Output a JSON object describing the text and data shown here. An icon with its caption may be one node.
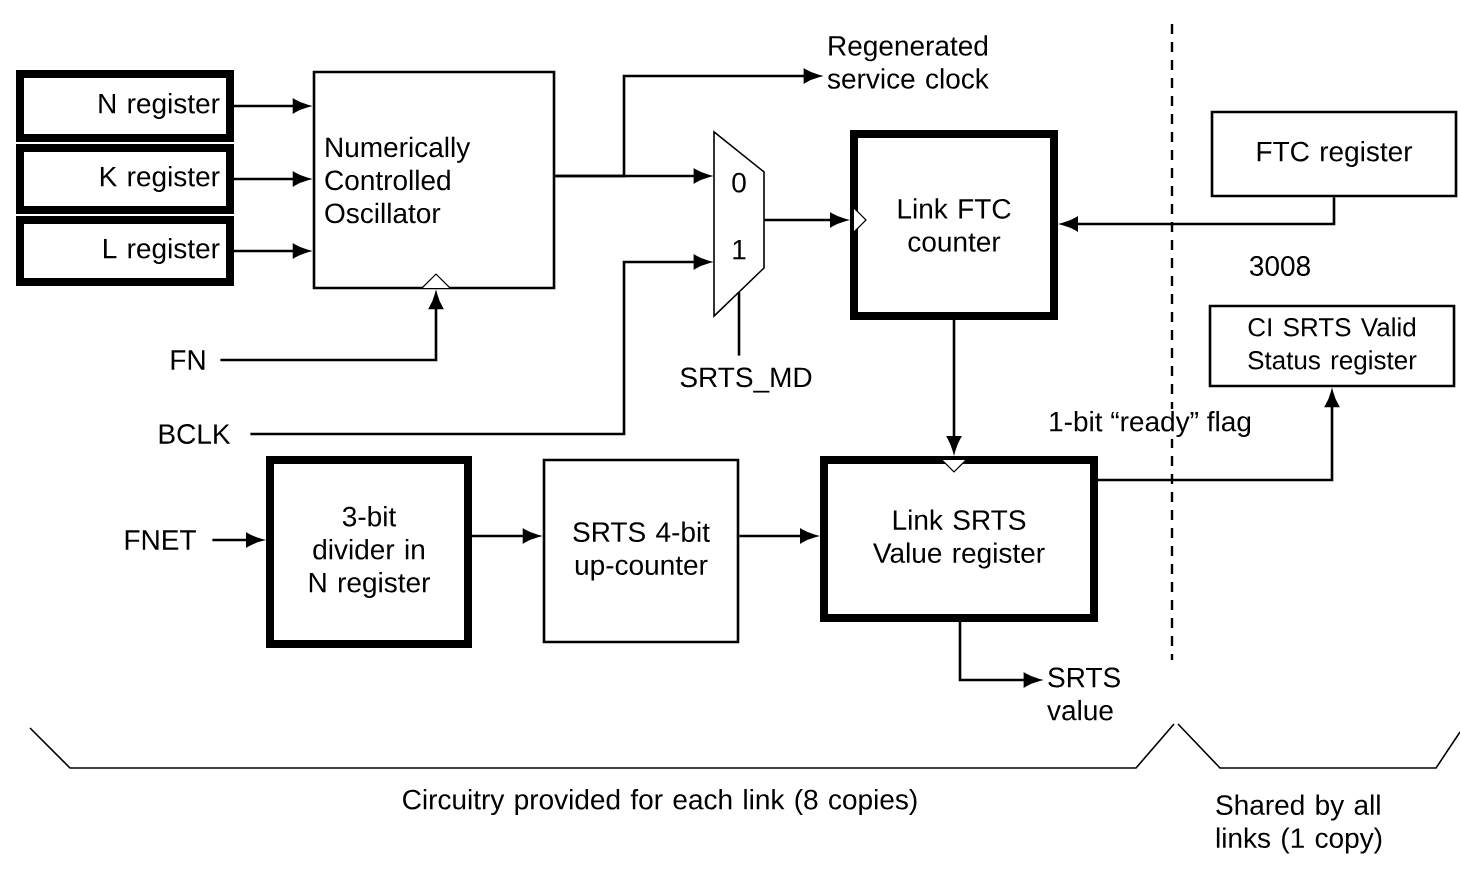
{
  "diagram": {
    "nodes": [
      {
        "text": [
          "N register"
        ]
      },
      {
        "text": [
          "K register"
        ]
      },
      {
        "text": [
          "L register"
        ]
      },
      {
        "text": [
          "Numerically Controlled Oscillator"
        ]
      },
      {
        "text": [
          "0",
          "1"
        ]
      },
      {
        "text": [
          "Regenerated service clock"
        ]
      },
      {
        "text": [
          "Link FTC counter"
        ]
      },
      {
        "text": [
          "FTC register"
        ]
      },
      {
        "text": [
          "FN"
        ]
      },
      {
        "text": [
          "CI SRTS Valid Status register"
        ]
      },
      {
        "text": [
          "SRTS_MD"
        ]
      },
      {
        "text": [
          "BCLK"
        ]
      },
      {
        "text": [
          "FNET"
        ]
      },
      {
        "text": [
          "3-bit divider in N register"
        ]
      },
      {
        "text": [
          "SRTS 4-bit up-counter"
        ]
      },
      {
        "text": [
          "Link SRTS Value register"
        ]
      },
      {
        "text": [
          "SRTS value"
        ]
      }
    ],
    "edges": [
      {
        "from": 0,
        "to": 3,
        "arrow": "to"
      },
      {
        "from": 1,
        "to": 3,
        "arrow": "to"
      },
      {
        "from": 2,
        "to": 3,
        "arrow": "to"
      },
      {
        "from": 8,
        "to": 3,
        "arrow": "to"
      },
      {
        "from": 3,
        "to": 4,
        "arrow": "to"
      },
      {
        "from": 3,
        "to": 5,
        "arrow": "to"
      },
      {
        "from": 11,
        "to": 4,
        "arrow": "to"
      },
      {
        "from": 10,
        "to": 4,
        "arrow": "none"
      },
      {
        "from": 4,
        "to": 6,
        "arrow": "to"
      },
      {
        "from": 7,
        "to": 6,
        "arrow": "to"
      },
      {
        "from": 6,
        "to": 15,
        "arrow": "to"
      },
      {
        "from": 15,
        "to": 9,
        "arrow": "to",
        "label": "1-bit “ready” flag"
      },
      {
        "from": 12,
        "to": 13,
        "arrow": "to"
      },
      {
        "from": 13,
        "to": 14,
        "arrow": "to"
      },
      {
        "from": 14,
        "to": 15,
        "arrow": "to"
      },
      {
        "from": 15,
        "to": 16,
        "arrow": "to"
      }
    ],
    "labels": [
      "3008",
      "Circuitry provided for each link (8 copies)",
      "Shared by all links (1 copy)"
    ]
  }
}
